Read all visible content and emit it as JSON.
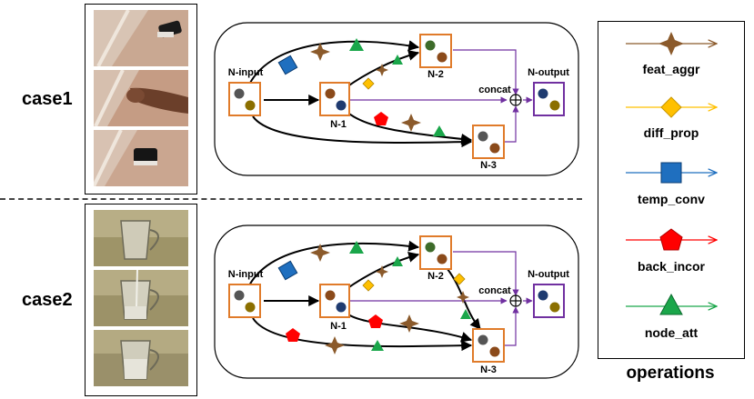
{
  "cases": [
    {
      "label": "case1"
    },
    {
      "label": "case2"
    }
  ],
  "graph": {
    "input_label": "N-input",
    "output_label": "N-output",
    "concat_label": "concat",
    "nodes": {
      "n1": "N-1",
      "n2": "N-2",
      "n3": "N-3"
    }
  },
  "operations": {
    "title": "operations",
    "items": [
      {
        "name": "feat_aggr",
        "shape": "star4",
        "color": "#8b5a2b"
      },
      {
        "name": "diff_prop",
        "shape": "diamond",
        "color": "#ffc000"
      },
      {
        "name": "temp_conv",
        "shape": "square",
        "color": "#1f6fbf"
      },
      {
        "name": "back_incor",
        "shape": "pentagon",
        "color": "#ff0000"
      },
      {
        "name": "node_att",
        "shape": "triangle",
        "color": "#1aa64a"
      }
    ]
  },
  "colors": {
    "node_border": "#e07b2a",
    "output_border": "#7030a0",
    "concat_edge": "#7030a0",
    "edge": "#000000"
  }
}
